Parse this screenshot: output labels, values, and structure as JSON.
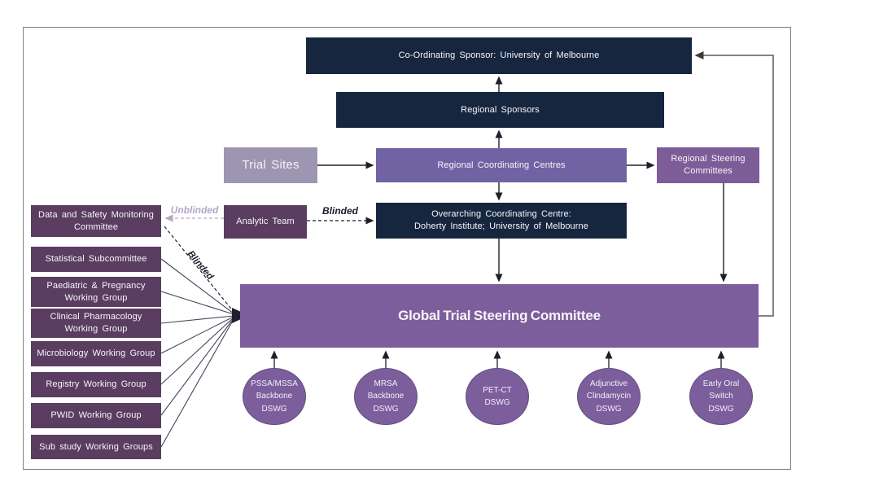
{
  "colors": {
    "navy": "#16263e",
    "plum": "#5a3d61",
    "purple_main": "#7c5e9c",
    "blue_purple": "#7163a3",
    "steering_purple": "#7d5c98",
    "light_purple": "#9d96b2",
    "lavender_unblinded": "#b4a7c8",
    "arrow_dark": "#1f1f2b",
    "loop_gray": "#5a5a5a",
    "frame_border": "#7f7f7f"
  },
  "nodes": {
    "coordinating_sponsor": "Co-Ordinating Sponsor: University of Melbourne",
    "regional_sponsors": "Regional Sponsors",
    "trial_sites": "Trial Sites",
    "regional_coordinating_centres": "Regional Coordinating Centres",
    "regional_steering_committees": "Regional Steering Committees",
    "data_safety_monitoring_committee": "Data and Safety Monitoring Committee",
    "analytic_team": "Analytic Team",
    "overarching_centre_line1": "Overarching Coordinating Centre:",
    "overarching_centre_line2": "Doherty Institute; University of Melbourne",
    "global_trial_steering_committee": "Global Trial Steering Committee"
  },
  "working_groups": {
    "items": [
      {
        "label": "Statistical Subcommittee"
      },
      {
        "label": "Paediatric & Pregnancy Working Group"
      },
      {
        "label": "Clinical Pharmacology Working Group"
      },
      {
        "label": "Microbiology Working Group"
      },
      {
        "label": "Registry Working Group"
      },
      {
        "label": "PWID Working Group"
      },
      {
        "label": "Sub study Working Groups"
      }
    ]
  },
  "dswg_circles": {
    "items": [
      {
        "label": "PSSA/MSSA Backbone DSWG"
      },
      {
        "label": "MRSA Backbone DSWG"
      },
      {
        "label": "PET-CT DSWG"
      },
      {
        "label": "Adjunctive Clindamycin DSWG"
      },
      {
        "label": "Early Oral Switch DSWG"
      }
    ]
  },
  "edge_labels": {
    "blinded_horizontal": "Blinded",
    "unblinded": "Unblinded",
    "blinded_diagonal": "Blinded"
  }
}
